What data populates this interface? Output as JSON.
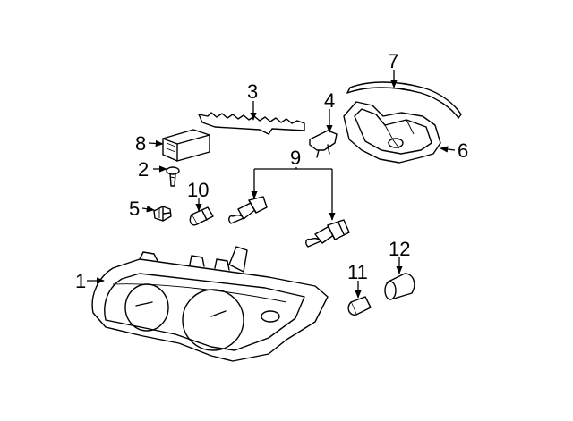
{
  "diagram": {
    "callouts": [
      "1",
      "2",
      "3",
      "4",
      "5",
      "6",
      "7",
      "8",
      "9",
      "10",
      "11",
      "12"
    ],
    "colors": {
      "ink": "#000000",
      "background": "#ffffff"
    }
  }
}
